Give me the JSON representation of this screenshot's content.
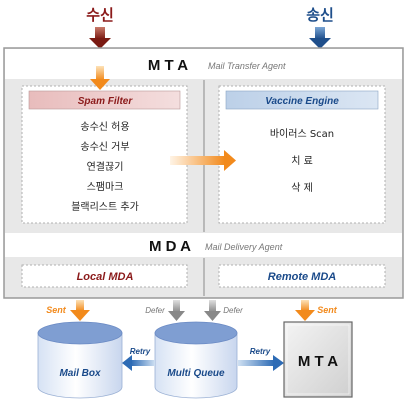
{
  "header": {
    "receive_label": "수신",
    "send_label": "송신"
  },
  "mta": {
    "title": "M  T  A",
    "subtitle": "Mail Transfer Agent"
  },
  "spam_filter": {
    "title": "Spam Filter",
    "items": [
      "송수신 허용",
      "송수신 거부",
      "연결끊기",
      "스팸마크",
      "블랙리스트 추가"
    ]
  },
  "vaccine_engine": {
    "title": "Vaccine Engine",
    "items": [
      "바이러스 Scan",
      "치  료",
      "삭  제"
    ]
  },
  "mda": {
    "title": "M  D  A",
    "subtitle": "Mail Delivery Agent",
    "local_label": "Local MDA",
    "remote_label": "Remote MDA"
  },
  "flows": {
    "sent_left": "Sent",
    "defer_left": "Defer",
    "defer_right": "Defer",
    "sent_right": "Sent",
    "retry_left": "Retry",
    "retry_right": "Retry"
  },
  "stores": {
    "mailbox": "Mail Box",
    "multi_queue": "Multi Queue",
    "remote_mta": "M T A"
  },
  "colors": {
    "receive": "#8b1a1a",
    "send": "#1f4f8b",
    "orange": "#f39a2a",
    "spam_bg": "#ebc5c5",
    "vaccine_bg": "#c8d8ea",
    "blue_text": "#1a4a8a",
    "red_text": "#8b1a1a",
    "cylinder": "#7f9ed2"
  }
}
